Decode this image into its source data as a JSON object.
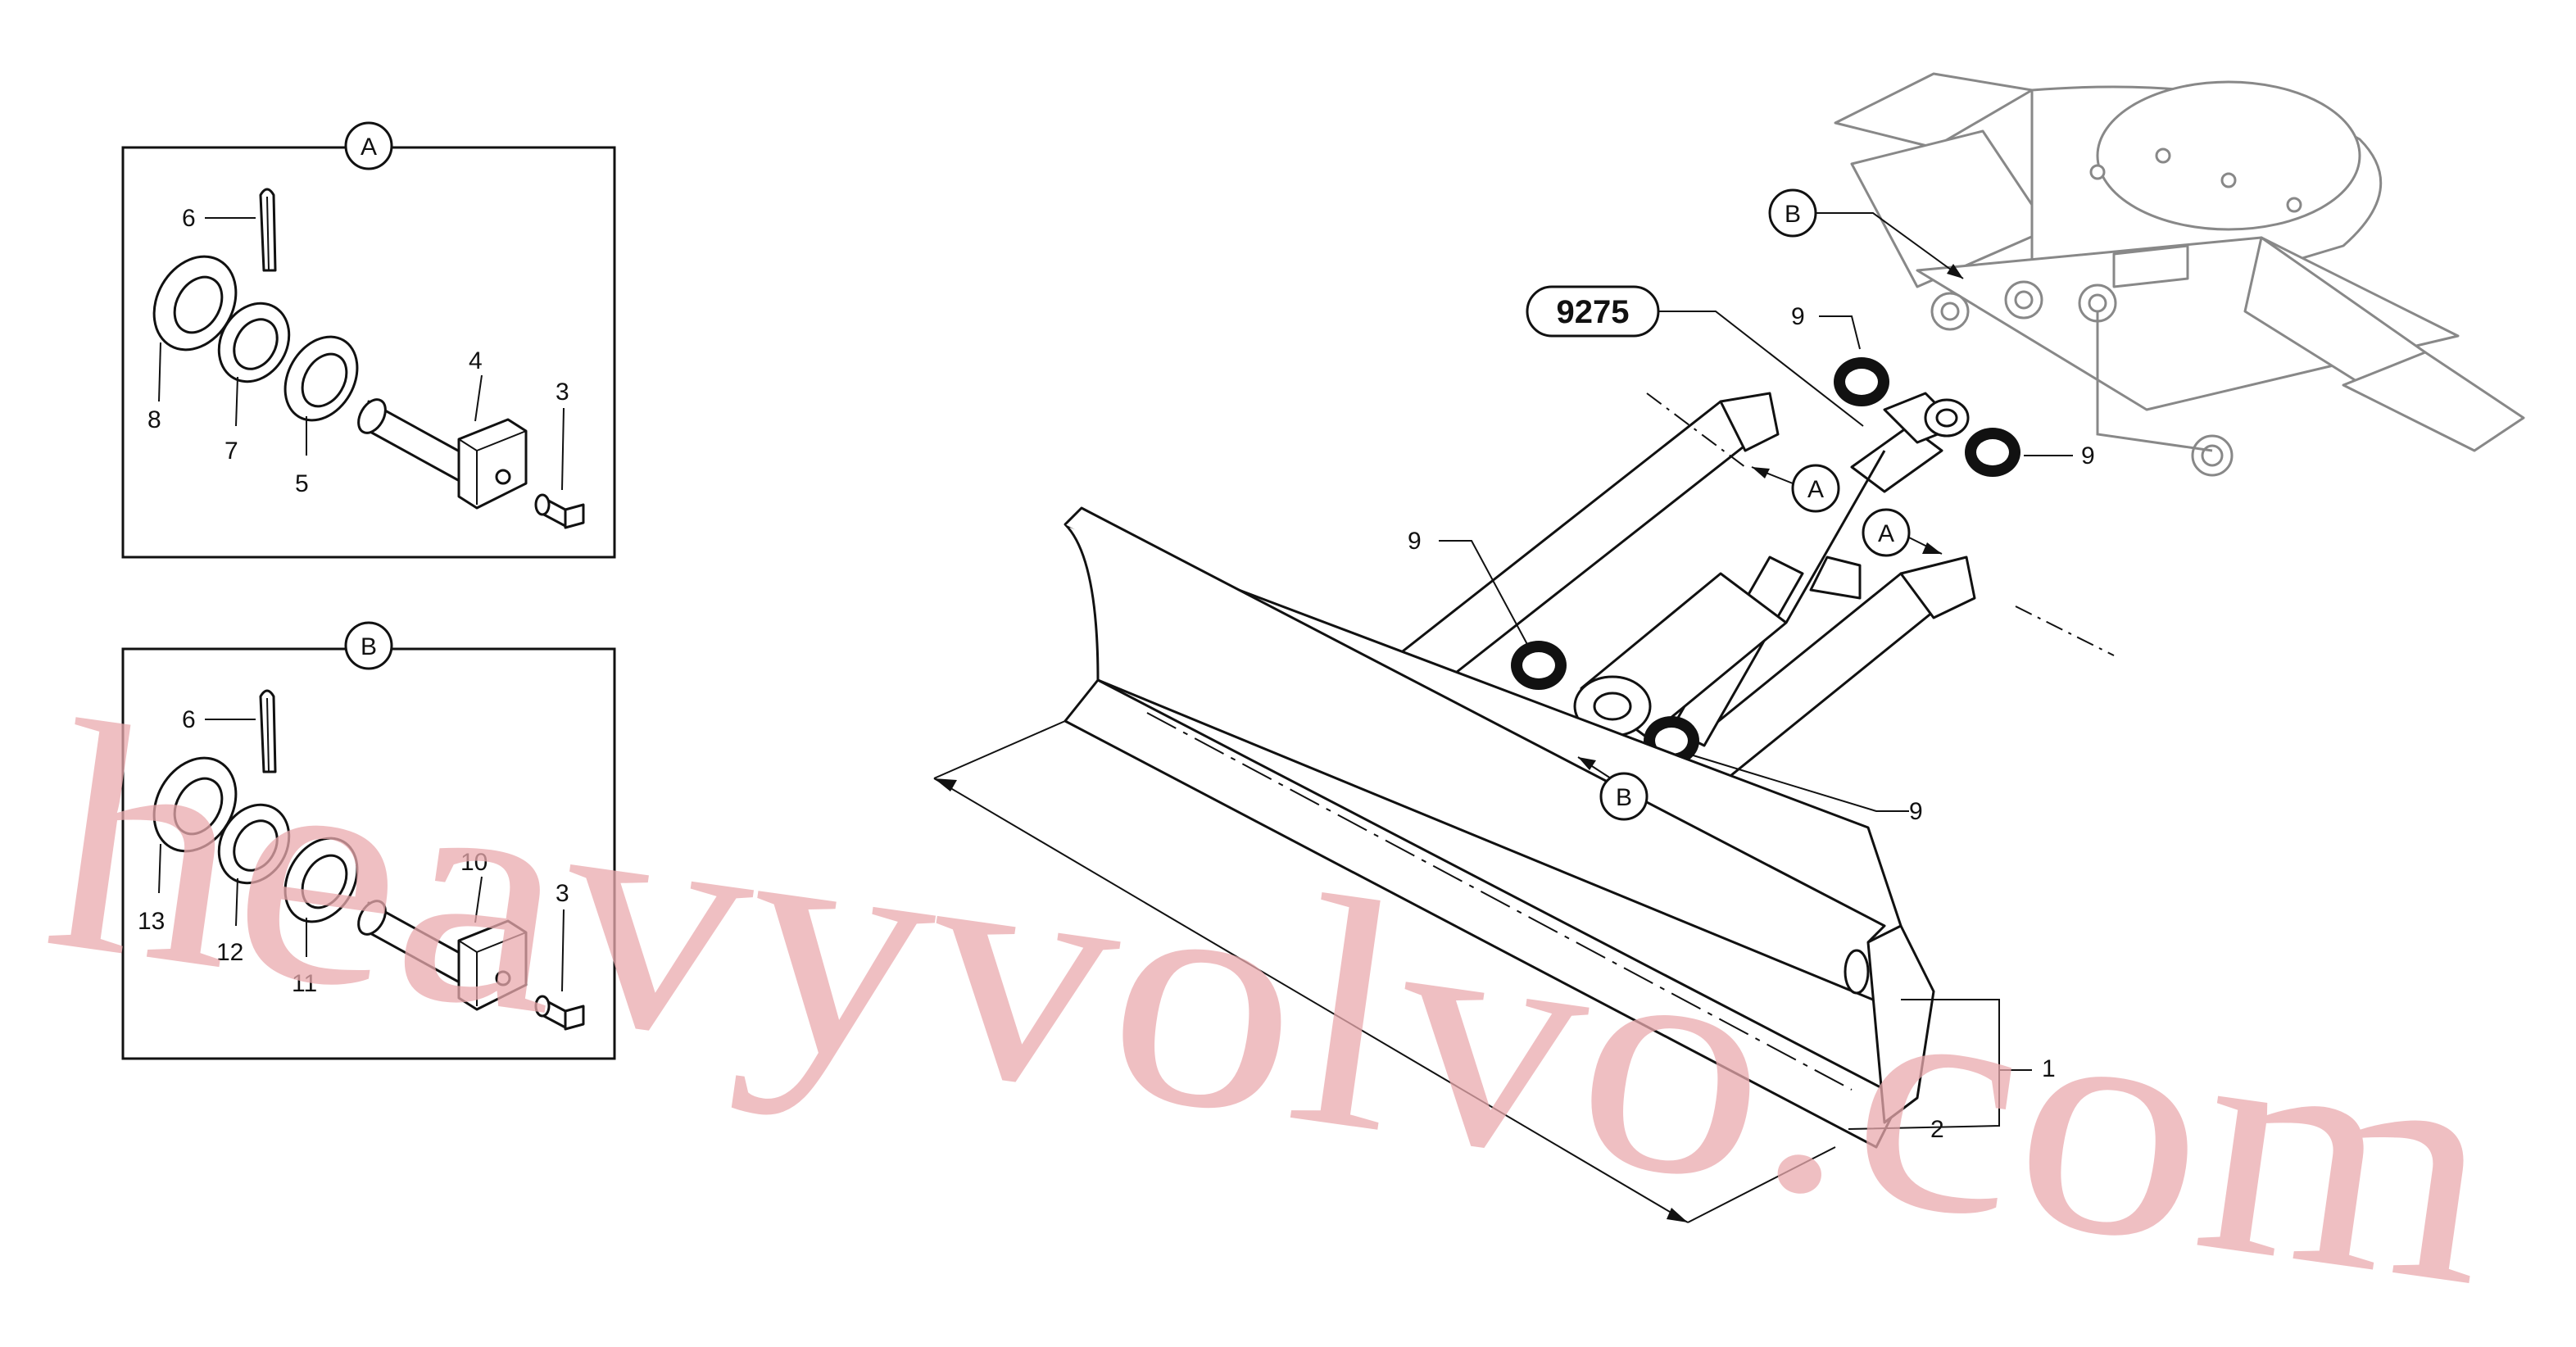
{
  "diagram": {
    "reference_code": "9275",
    "detail_views": [
      {
        "id": "A",
        "callouts": [
          "6",
          "8",
          "7",
          "5",
          "4",
          "3"
        ]
      },
      {
        "id": "B",
        "callouts": [
          "6",
          "13",
          "12",
          "11",
          "10",
          "3"
        ]
      }
    ],
    "main_callouts": {
      "seal_top_left": "9",
      "seal_top_right": "9",
      "seal_mid": "9",
      "seal_lower": "9",
      "blade": "1",
      "cutting_edge": "2",
      "detail_A_1": "A",
      "detail_A_2": "A",
      "detail_B_main": "B",
      "detail_B_frame": "B"
    },
    "watermark": "heavyvolvo.com"
  }
}
